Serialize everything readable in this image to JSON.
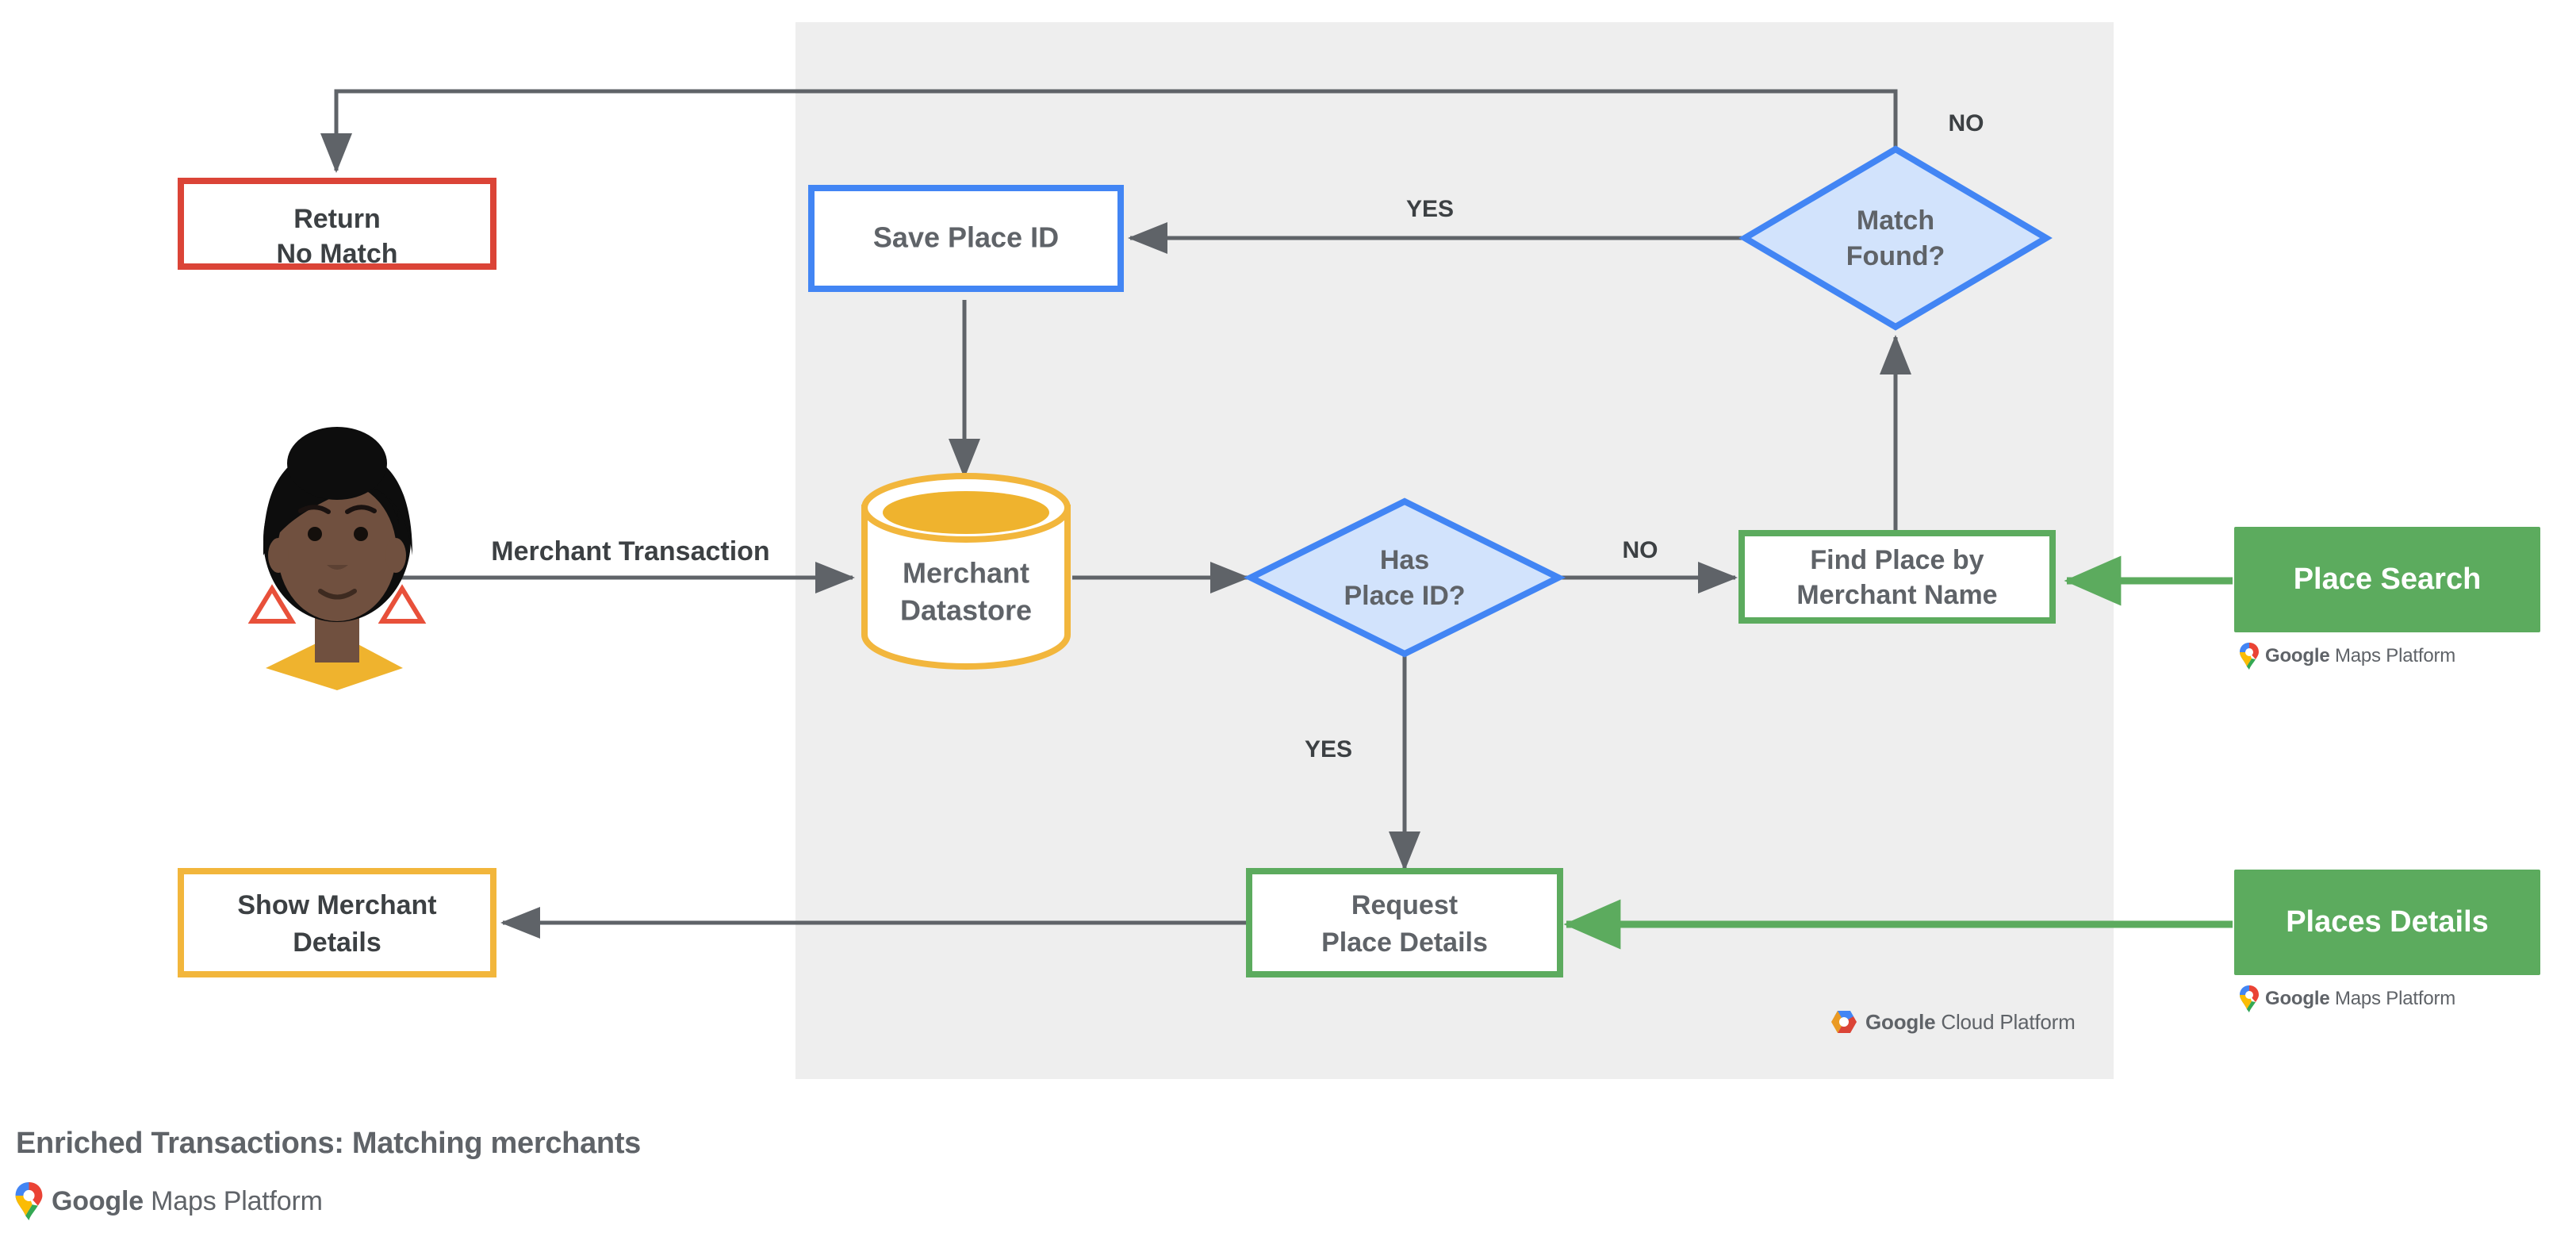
{
  "footer": {
    "title": "Enriched Transactions: Matching merchants",
    "logo_google": "Google",
    "logo_maps_platform": "Maps Platform",
    "logo_icon": "google-maps-pin-icon"
  },
  "panel": {
    "background_color": "#eeeeee",
    "cloud_logo_google": "Google",
    "cloud_logo_suffix": "Cloud Platform",
    "cloud_logo_icon": "google-cloud-hexagon-icon"
  },
  "colors": {
    "red": "#DB4437",
    "blue": "#4285F4",
    "blue_fill": "#D2E3FC",
    "yellow": "#F2B63C",
    "green": "#5CAB5E",
    "gray_line": "#5f6368",
    "panel": "#eeeeee",
    "text": "#5f6368",
    "text_dark": "#3c4043"
  },
  "actor": {
    "name": "merchant-customer-avatar",
    "skin": "#70503F",
    "hair": "#0D0D0D",
    "shirt": "#F2B63C",
    "earring": "#E8503A"
  },
  "nodes": {
    "return_no_match": {
      "line1": "Return",
      "line2": "No Match",
      "shape": "rect",
      "color": "#DB4437"
    },
    "save_place_id": {
      "line1": "Save Place ID",
      "line2": "",
      "shape": "rect",
      "color": "#4285F4"
    },
    "match_found": {
      "line1": "Match",
      "line2": "Found?",
      "shape": "diamond",
      "color": "#4285F4"
    },
    "merchant_datastore": {
      "line1": "Merchant",
      "line2": "Datastore",
      "shape": "cylinder",
      "color": "#F2B63C"
    },
    "has_place_id": {
      "line1": "Has",
      "line2": "Place ID?",
      "shape": "diamond",
      "color": "#4285F4"
    },
    "find_place": {
      "line1": "Find Place by",
      "line2": "Merchant Name",
      "shape": "rect",
      "color": "#5CAB5E"
    },
    "request_place_details": {
      "line1": "Request",
      "line2": "Place Details",
      "shape": "rect",
      "color": "#5CAB5E"
    },
    "show_merchant_details": {
      "line1": "Show Merchant",
      "line2": "Details",
      "shape": "rect",
      "color": "#F2B63C"
    }
  },
  "badges": {
    "place_search": {
      "label": "Place Search",
      "color": "#5CAB5E"
    },
    "places_details": {
      "label": "Places Details",
      "color": "#5CAB5E"
    }
  },
  "edge_labels": {
    "merchant_transaction": "Merchant Transaction",
    "yes_match": "YES",
    "no_match": "NO",
    "no_place_id": "NO",
    "yes_place_id": "YES"
  }
}
